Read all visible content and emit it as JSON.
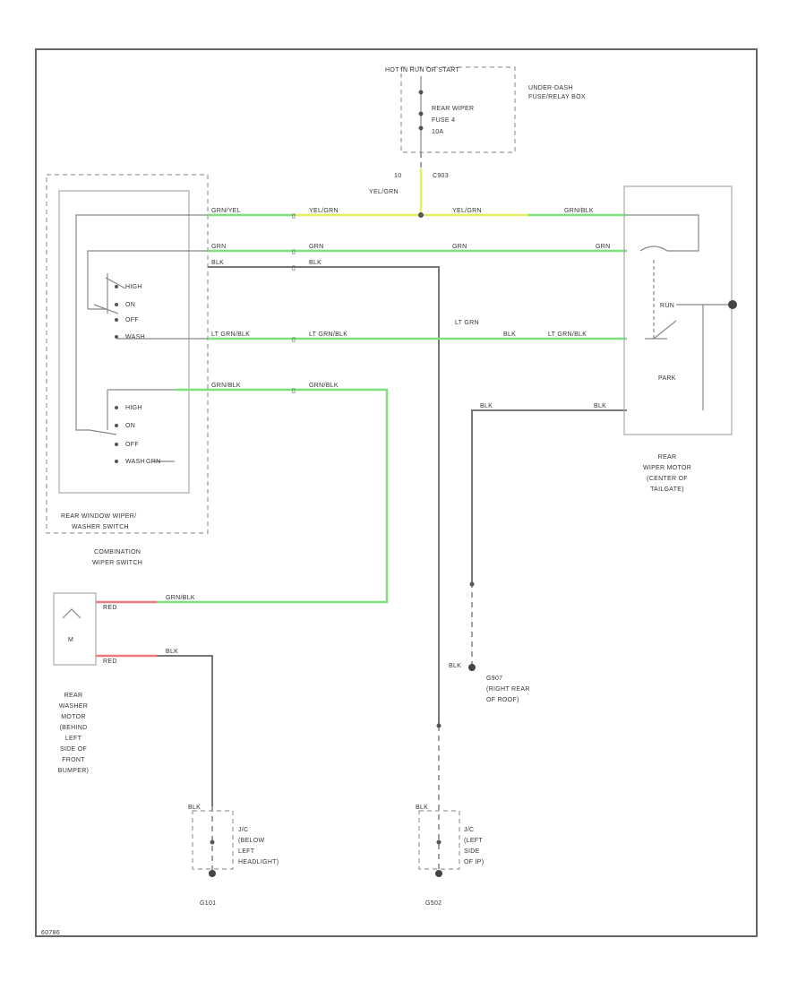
{
  "fuse_box": {
    "header": "HOT IN RUN OR START",
    "title_line1": "UNDER-DASH",
    "title_line2": "FUSE/RELAY BOX",
    "fuse_line1": "REAR WIPER",
    "fuse_line2": "FUSE 4",
    "fuse_line3": "10A"
  },
  "splice": {
    "pin": "10",
    "color": "YEL/GRN",
    "id": "C903"
  },
  "rear_switch": {
    "title_line1": "REAR WINDOW WIPER/",
    "title_line2": "WASHER SWITCH",
    "upper_positions": [
      "HIGH",
      "ON",
      "OFF",
      "WASH"
    ],
    "lower_positions": [
      "HIGH",
      "ON",
      "OFF",
      "WASH"
    ]
  },
  "combo_switch": {
    "line1": "COMBINATION",
    "line2": "WIPER SWITCH"
  },
  "wires": {
    "w1_left": "GRN/YEL",
    "w1_mid": "YEL/GRN",
    "w1_right_a": "YEL/GRN",
    "w1_right_b": "GRN/BLK",
    "w2_left": "GRN",
    "w2_mid": "GRN",
    "w2_right_a": "GRN",
    "w2_right_b": "GRN",
    "w3_left": "BLK",
    "w3_mid": "BLK",
    "w4_label": "LT GRN",
    "w4_left": "LT GRN/BLK",
    "w4_mid": "LT GRN/BLK",
    "w4_right_a": "BLK",
    "w4_right_b": "LT GRN/BLK",
    "w5_left": "GRN/BLK",
    "w5_mid": "GRN/BLK",
    "w5_bottom": "GRN/BLK",
    "wash_wire": "GRN",
    "w6_left": "BLK",
    "w6_right": "BLK",
    "washer_top_red": "RED",
    "washer_bot_red": "RED",
    "washer_bot_blk": "BLK"
  },
  "wiper_motor": {
    "run": "RUN",
    "park": "PARK",
    "line1": "REAR",
    "line2": "WIPER MOTOR",
    "line3": "(CENTER OF",
    "line4": "TAILGATE)"
  },
  "washer_motor": {
    "symbol": "M",
    "lines": [
      "REAR",
      "WASHER",
      "MOTOR",
      "(BEHIND",
      "LEFT",
      "SIDE OF",
      "FRONT",
      "BUMPER)"
    ]
  },
  "g907": {
    "wire": "BLK",
    "id": "G907",
    "line1": "(RIGHT REAR",
    "line2": "OF ROOF)"
  },
  "g101": {
    "wire": "BLK",
    "line1": "J/C",
    "line2": "(BELOW",
    "line3": "LEFT",
    "line4": "HEADLIGHT)",
    "id": "G101"
  },
  "g502": {
    "wire": "BLK",
    "line1": "J/C",
    "line2": "(LEFT",
    "line3": "SIDE",
    "line4": "OF IP)",
    "id": "G502"
  },
  "footer": {
    "code": "60786"
  }
}
